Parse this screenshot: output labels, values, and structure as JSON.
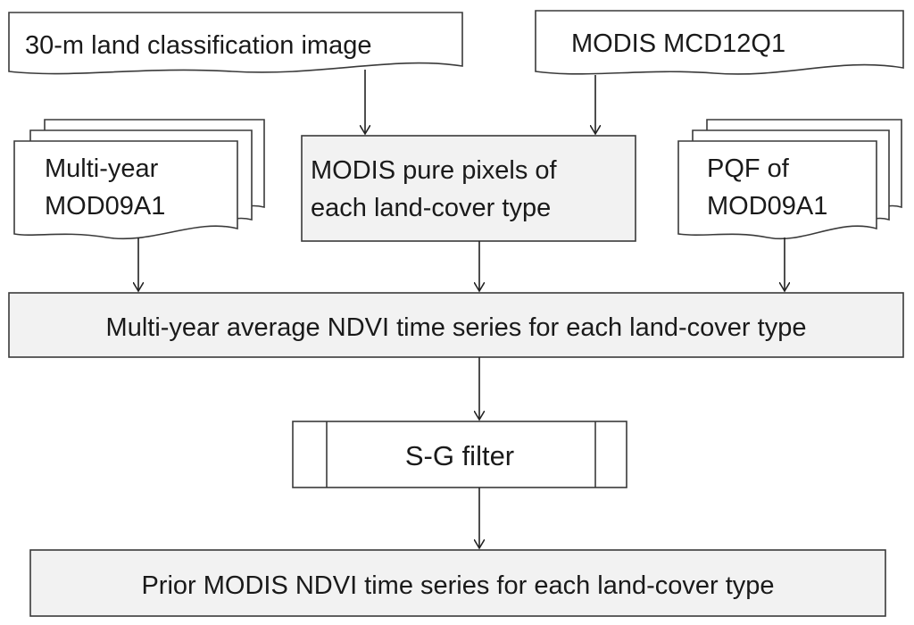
{
  "nodes": {
    "land_classification": "30-m land classification image",
    "mcd12q1": "MODIS MCD12Q1",
    "mod09a1_multiyear": [
      "Multi-year",
      "MOD09A1"
    ],
    "pure_pixels": [
      "MODIS pure pixels of",
      "each land-cover type"
    ],
    "pqf": [
      "PQF of",
      "MOD09A1"
    ],
    "average_ndvi": "Multi-year average NDVI time series for each land-cover type",
    "sg_filter": "S-G filter",
    "prior_ndvi": "Prior MODIS NDVI time series for each land-cover type"
  }
}
